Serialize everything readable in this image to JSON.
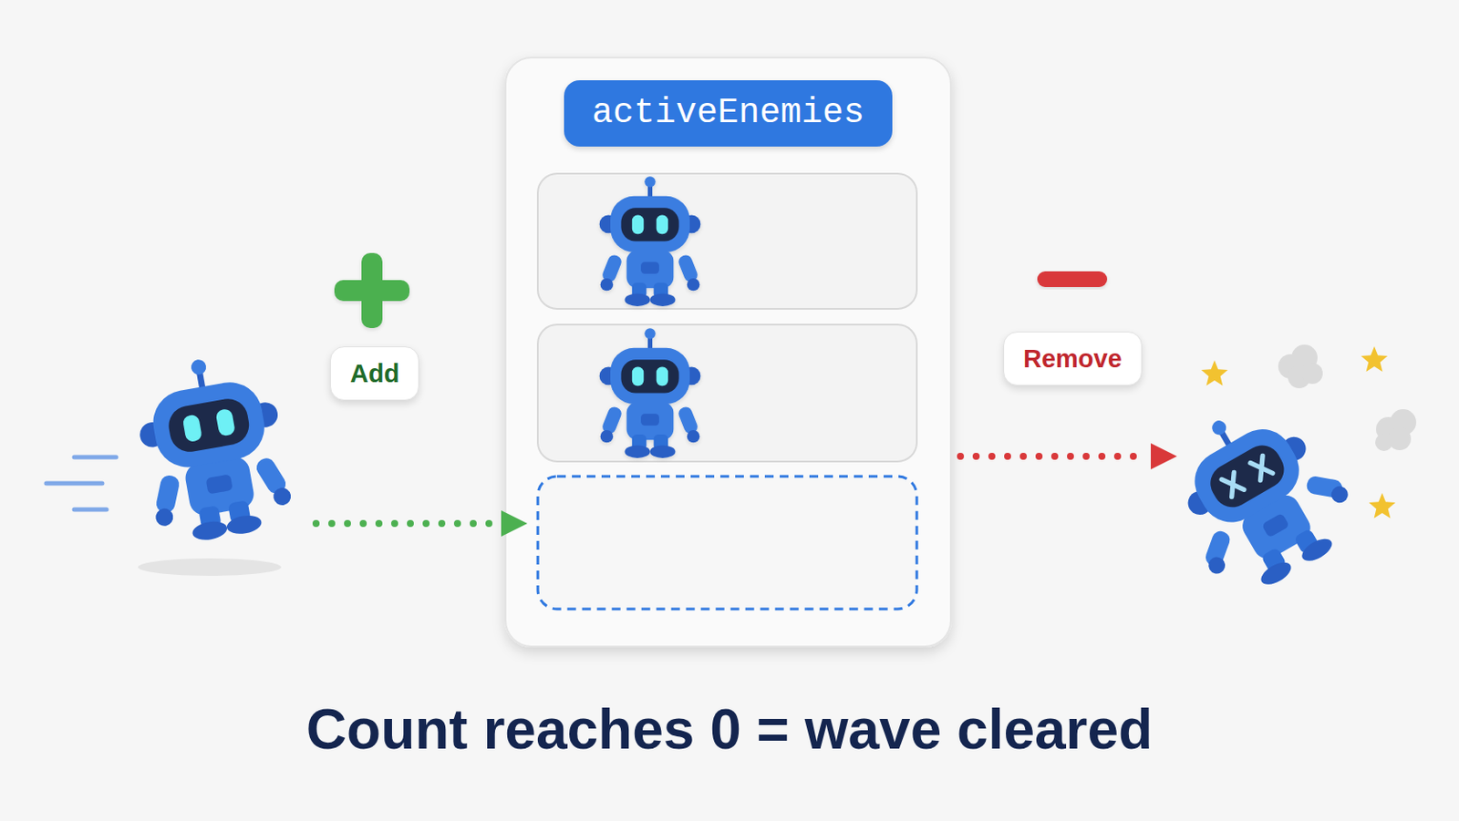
{
  "diagram": {
    "caption": "Count reaches 0 = wave cleared",
    "nodes": [
      {
        "text": [
          "Add"
        ]
      },
      {
        "text": [
          "activeEnemies"
        ]
      },
      {
        "text": [
          "Remove"
        ]
      }
    ]
  }
}
